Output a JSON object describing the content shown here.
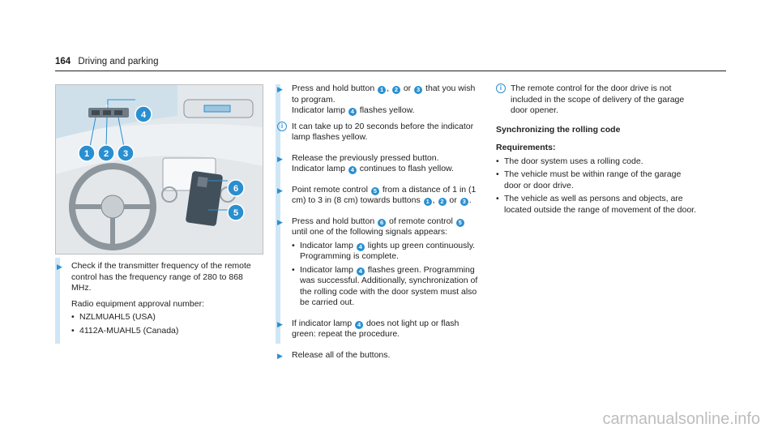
{
  "header": {
    "page_number": "164",
    "title": "Driving and parking"
  },
  "illustration": {
    "callouts": [
      "1",
      "2",
      "3",
      "4",
      "5",
      "6"
    ]
  },
  "col1": {
    "step1": "Check if the transmitter frequency of the remote control has the frequency range of 280 to 868 MHz.",
    "radio_label": "Radio equipment approval number:",
    "approvals": [
      "NZLMUAHL5 (USA)",
      "4112A-MUAHL5 (Canada)"
    ]
  },
  "col2": {
    "step_press_a": "Press and hold button",
    "step_press_sep1": ",",
    "step_press_or": "or",
    "step_press_b": "that you wish to program.",
    "step_press_c": "Indicator lamp",
    "step_press_d": "flashes yellow.",
    "note1": "It can take up to 20 seconds before the indicator lamp flashes yellow.",
    "release_a": "Release the previously pressed button.",
    "release_b": "Indicator lamp",
    "release_c": "continues to flash yellow.",
    "point_a": "Point remote control",
    "point_b": "from a distance of 1 in (1 cm) to 3 in (8 cm) towards buttons",
    "point_sep": ",",
    "point_or": "or",
    "point_end": ".",
    "hold_a": "Press and hold button",
    "hold_b": "of remote control",
    "hold_c": "until one of the following signals appears:",
    "sig1_a": "Indicator lamp",
    "sig1_b": "lights up green continuously. Programming is complete.",
    "sig2_a": "Indicator lamp",
    "sig2_b": "flashes green. Programming was successful. Additionally, synchronization of the rolling code with the door system must also be carried out.",
    "ifnot_a": "If indicator lamp",
    "ifnot_b": "does not light up or flash green: repeat the procedure.",
    "release_all": "Release all of the buttons."
  },
  "col3": {
    "note": "The remote control for the door drive is not included in the scope of delivery of the garage door opener.",
    "heading": "Synchronizing the rolling code",
    "req_label": "Requirements:",
    "reqs": [
      "The door system uses a rolling code.",
      "The vehicle must be within range of the garage door or door drive.",
      "The vehicle as well as persons and objects, are located outside the range of movement of the door."
    ]
  },
  "icons": {
    "step": "play-arrow-icon",
    "info": "info-icon"
  },
  "colors": {
    "accent": "#2a8fd0",
    "bar": "#cfe6f6"
  },
  "watermark": "carmanualsonline.info"
}
